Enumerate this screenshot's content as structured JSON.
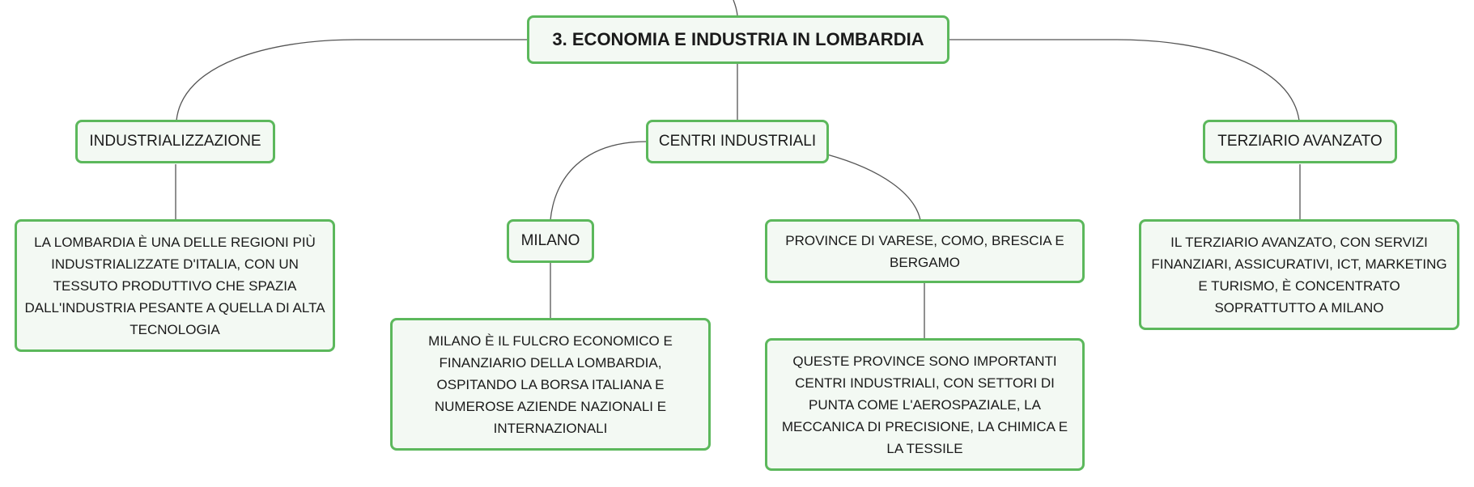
{
  "root": {
    "label": "3. ECONOMIA E INDUSTRIA IN LOMBARDIA"
  },
  "branches": {
    "industrializzazione": {
      "label": "INDUSTRIALIZZAZIONE",
      "detail": "LA LOMBARDIA È UNA DELLE REGIONI PIÙ INDUSTRIALIZZATE D'ITALIA, CON UN TESSUTO PRODUTTIVO CHE SPAZIA DALL'INDUSTRIA PESANTE A QUELLA DI ALTA TECNOLOGIA"
    },
    "centri": {
      "label": "CENTRI INDUSTRIALI",
      "milano": {
        "label": "MILANO",
        "detail": "MILANO È IL FULCRO ECONOMICO E FINANZIARIO DELLA LOMBARDIA, OSPITANDO LA BORSA ITALIANA E NUMEROSE AZIENDE NAZIONALI E INTERNAZIONALI"
      },
      "province": {
        "label": "PROVINCE DI VARESE, COMO, BRESCIA E BERGAMO",
        "detail": "QUESTE PROVINCE SONO IMPORTANTI CENTRI INDUSTRIALI, CON SETTORI DI PUNTA COME L'AEROSPAZIALE, LA MECCANICA DI PRECISIONE, LA CHIMICA E LA TESSILE"
      }
    },
    "terziario": {
      "label": "TERZIARIO AVANZATO",
      "detail": "IL TERZIARIO AVANZATO, CON SERVIZI FINANZIARI, ASSICURATIVI, ICT, MARKETING E TURISMO, È CONCENTRATO SOPRATTUTTO A MILANO"
    }
  },
  "colors": {
    "node_border": "#5cb85c",
    "node_fill": "#f3f9f3",
    "connector": "#555555"
  }
}
